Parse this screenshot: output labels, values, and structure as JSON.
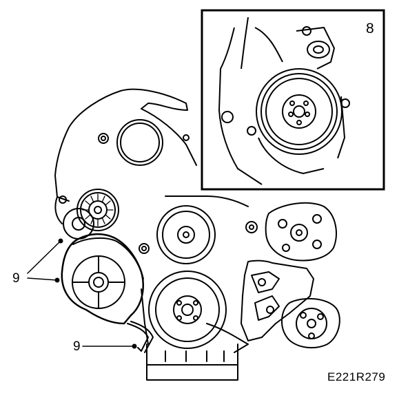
{
  "labels": {
    "inset": "8",
    "seal_left": "9",
    "seal_bottom": "9"
  },
  "reference_code": "E221R279"
}
